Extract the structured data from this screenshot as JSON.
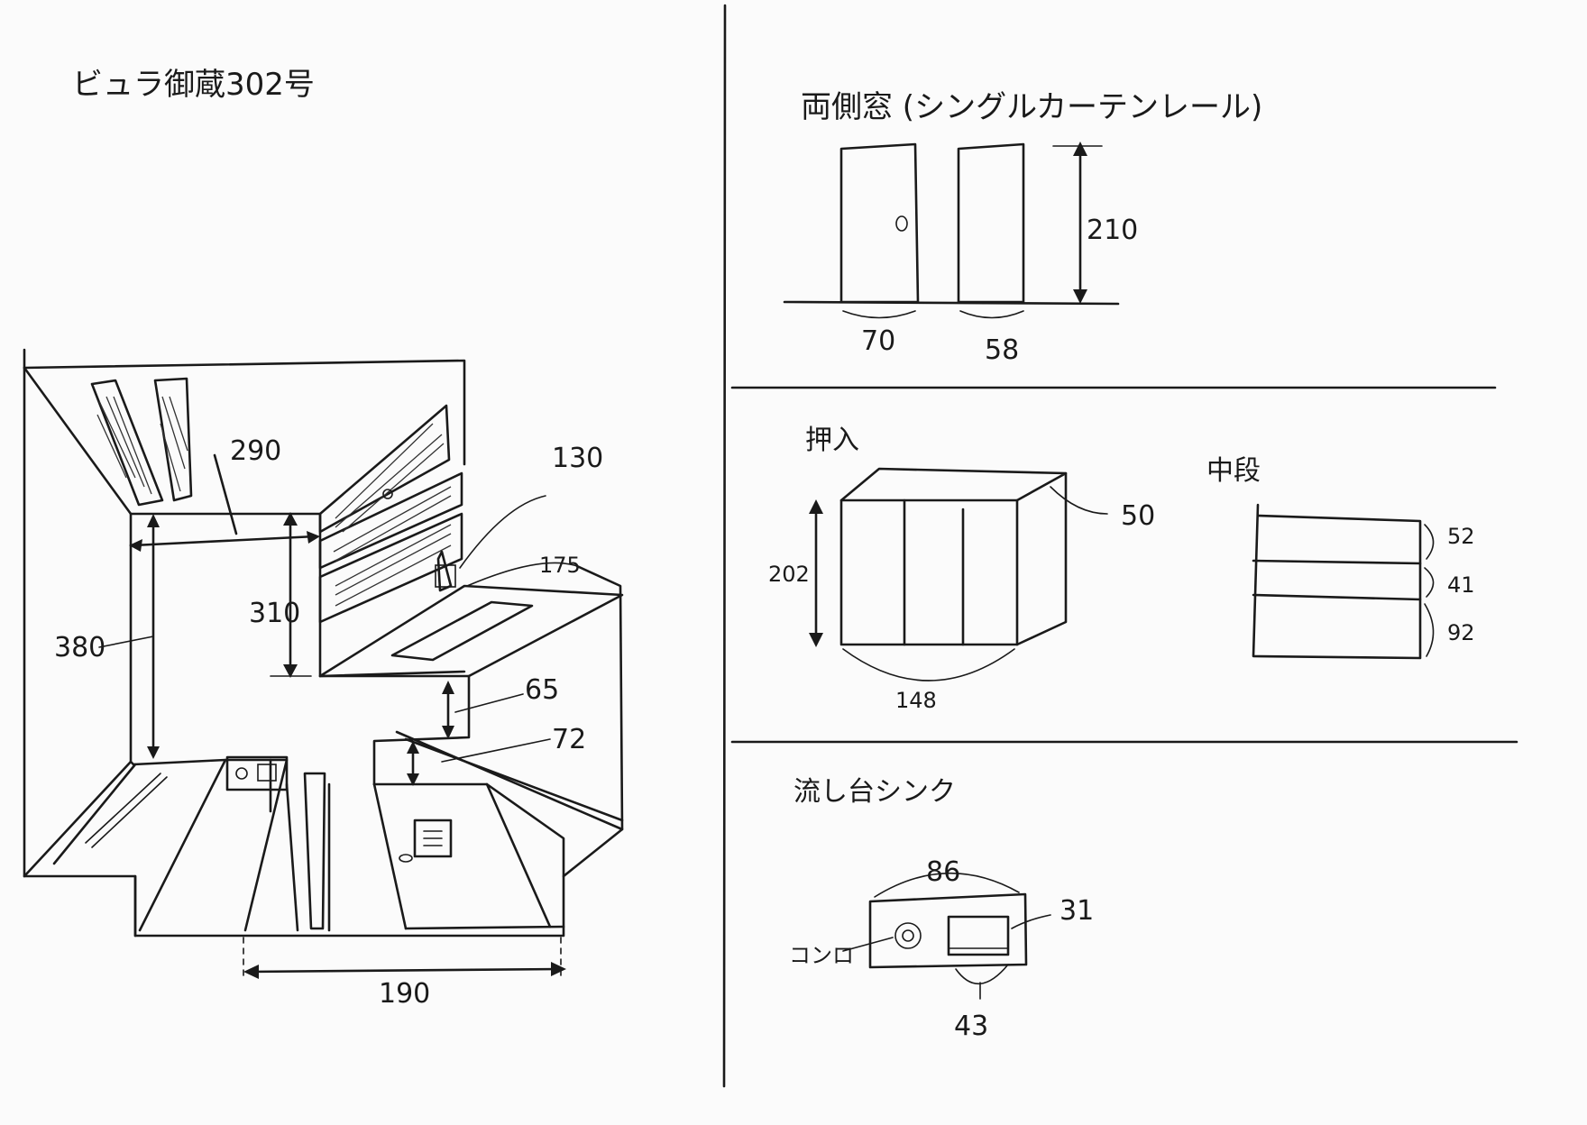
{
  "title": "ビュラ御蔵302号",
  "sections": {
    "windows": {
      "title": "両側窓 (シングルカーテンレール)",
      "height": "210",
      "width_left": "70",
      "width_right": "58"
    },
    "closet": {
      "title": "押入",
      "height": "202",
      "width": "148",
      "depth": "50"
    },
    "shelf": {
      "title": "中段",
      "heights": [
        "52",
        "41",
        "92"
      ]
    },
    "sink": {
      "title": "流し台シンク",
      "width": "86",
      "right_gap": "31",
      "bottom": "43",
      "stove_label": "コンロ"
    }
  },
  "room": {
    "width_top": "290",
    "depth_left": "380",
    "window_height": "310",
    "corner_dim": "130",
    "counter_dim": "175",
    "wall_65": "65",
    "wall_72": "72",
    "bottom_width": "190"
  }
}
